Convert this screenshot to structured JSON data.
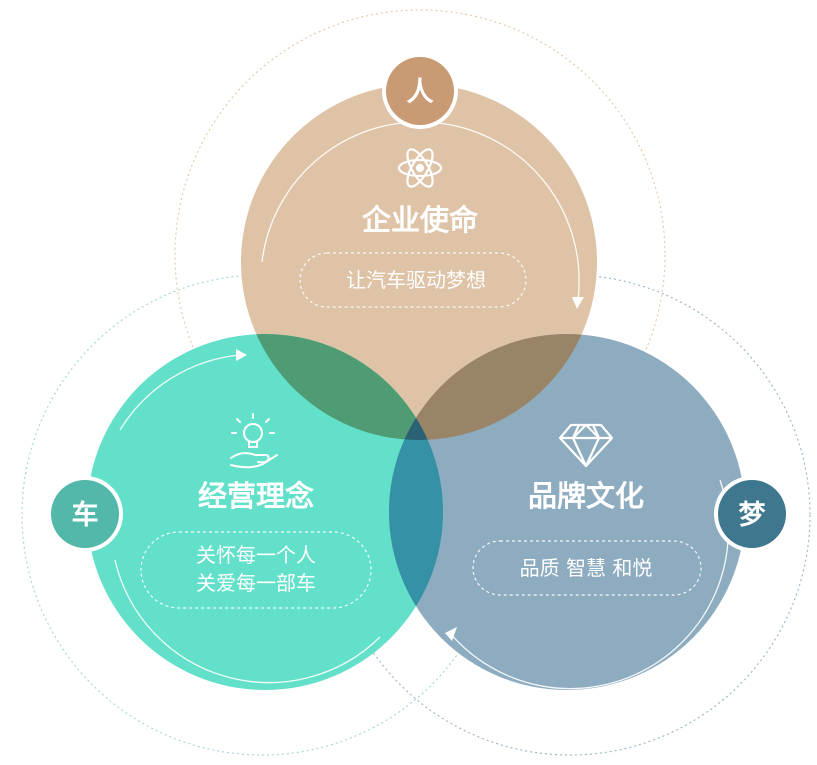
{
  "colors": {
    "people": "#dcbb9c",
    "people_badge": "#c99b74",
    "culture": "#6f9ab3",
    "culture_badge": "#3e778e",
    "philosophy": "#4ddcc3",
    "philosophy_badge": "#4fb7a8",
    "overlap_people_philosophy": "#4f9d73",
    "overlap_people_culture": "#9a8468",
    "overlap_center": "#2d6a78",
    "overlap_culture_philosophy": "#2f8ca2"
  },
  "circles": {
    "mission": {
      "badge": "人",
      "icon": "atom-icon",
      "title": "企业使命",
      "lines": [
        "让汽车驱动梦想"
      ]
    },
    "philosophy": {
      "badge": "车",
      "icon": "lightbulb-hand-icon",
      "title": "经营理念",
      "lines": [
        "关怀每一个人",
        "关爱每一部车"
      ]
    },
    "brand": {
      "badge": "梦",
      "icon": "diamond-icon",
      "title": "品牌文化",
      "lines": [
        "品质 智慧 和悦"
      ]
    }
  }
}
